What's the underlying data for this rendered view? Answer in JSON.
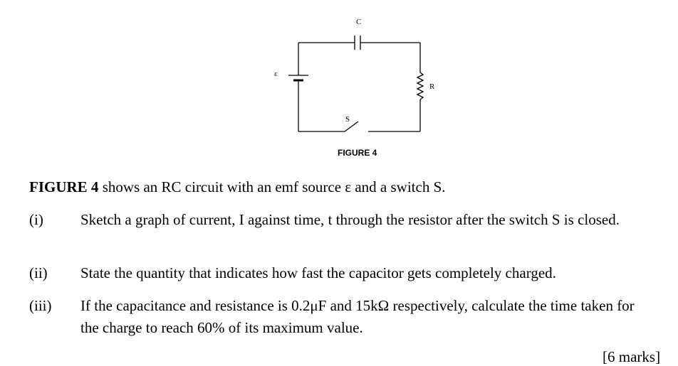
{
  "figure": {
    "labels": {
      "capacitor": "C",
      "emf": "ε",
      "resistor": "R",
      "switch": "S"
    },
    "caption": "FIGURE 4"
  },
  "intro": {
    "bold": "FIGURE 4",
    "rest": " shows an RC circuit with an emf source ε and a switch S."
  },
  "questions": [
    {
      "num": "(i)",
      "text": "Sketch a graph of current, I against time, t through the resistor after the switch S is closed."
    },
    {
      "num": "(ii)",
      "text": "State the quantity that indicates how fast the capacitor gets completely charged."
    },
    {
      "num": "(iii)",
      "text": "If the capacitance and resistance is 0.2μF and 15kΩ respectively, calculate the time taken for the charge to reach 60% of its maximum value."
    }
  ],
  "marks": "[6 marks]"
}
